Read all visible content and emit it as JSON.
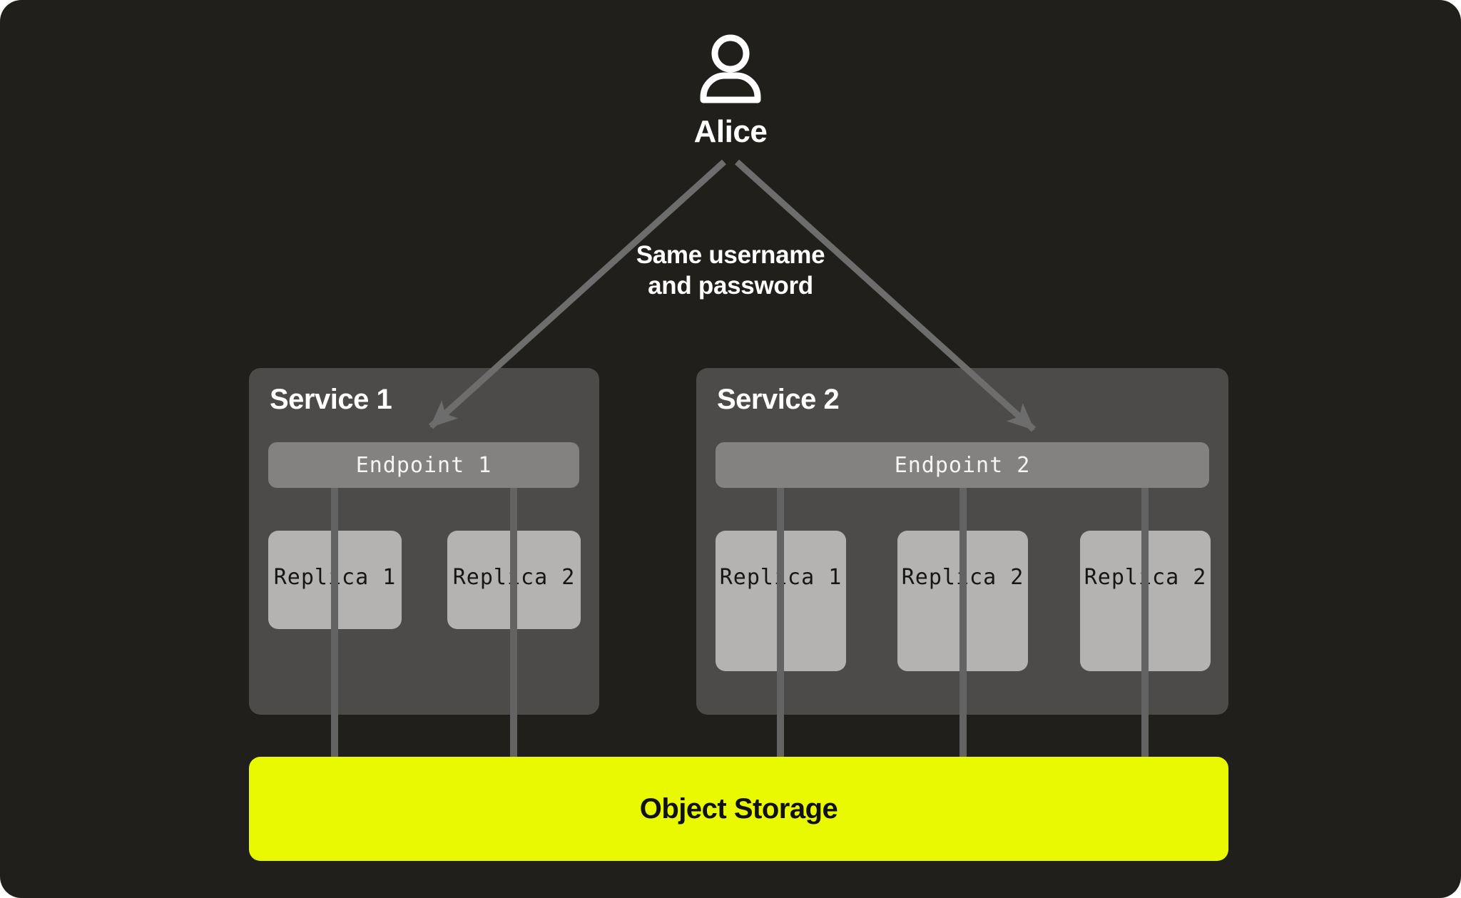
{
  "user": {
    "name": "Alice",
    "icon": "person-icon"
  },
  "annotation": {
    "lines": [
      "Same username",
      "and password"
    ]
  },
  "services": [
    {
      "title": "Service 1",
      "endpoint": "Endpoint 1",
      "replicas": [
        "Replica 1",
        "Replica 2"
      ]
    },
    {
      "title": "Service 2",
      "endpoint": "Endpoint 2",
      "replicas": [
        "Replica 1",
        "Replica 2",
        "Replica 2"
      ]
    }
  ],
  "storage": {
    "label": "Object Storage"
  },
  "colors": {
    "canvas_bg": "#201f1b",
    "service_bg": "#4c4b49",
    "endpoint_bg": "#838281",
    "endpoint_text": "#f5f5f5",
    "replica_bg": "#b4b3b2",
    "replica_text": "#161616",
    "connector_line": "#636363",
    "arrow": "#6d6d6d",
    "storage_bg": "#e9f900",
    "storage_text": "#111111",
    "heading_text": "#ffffff"
  }
}
